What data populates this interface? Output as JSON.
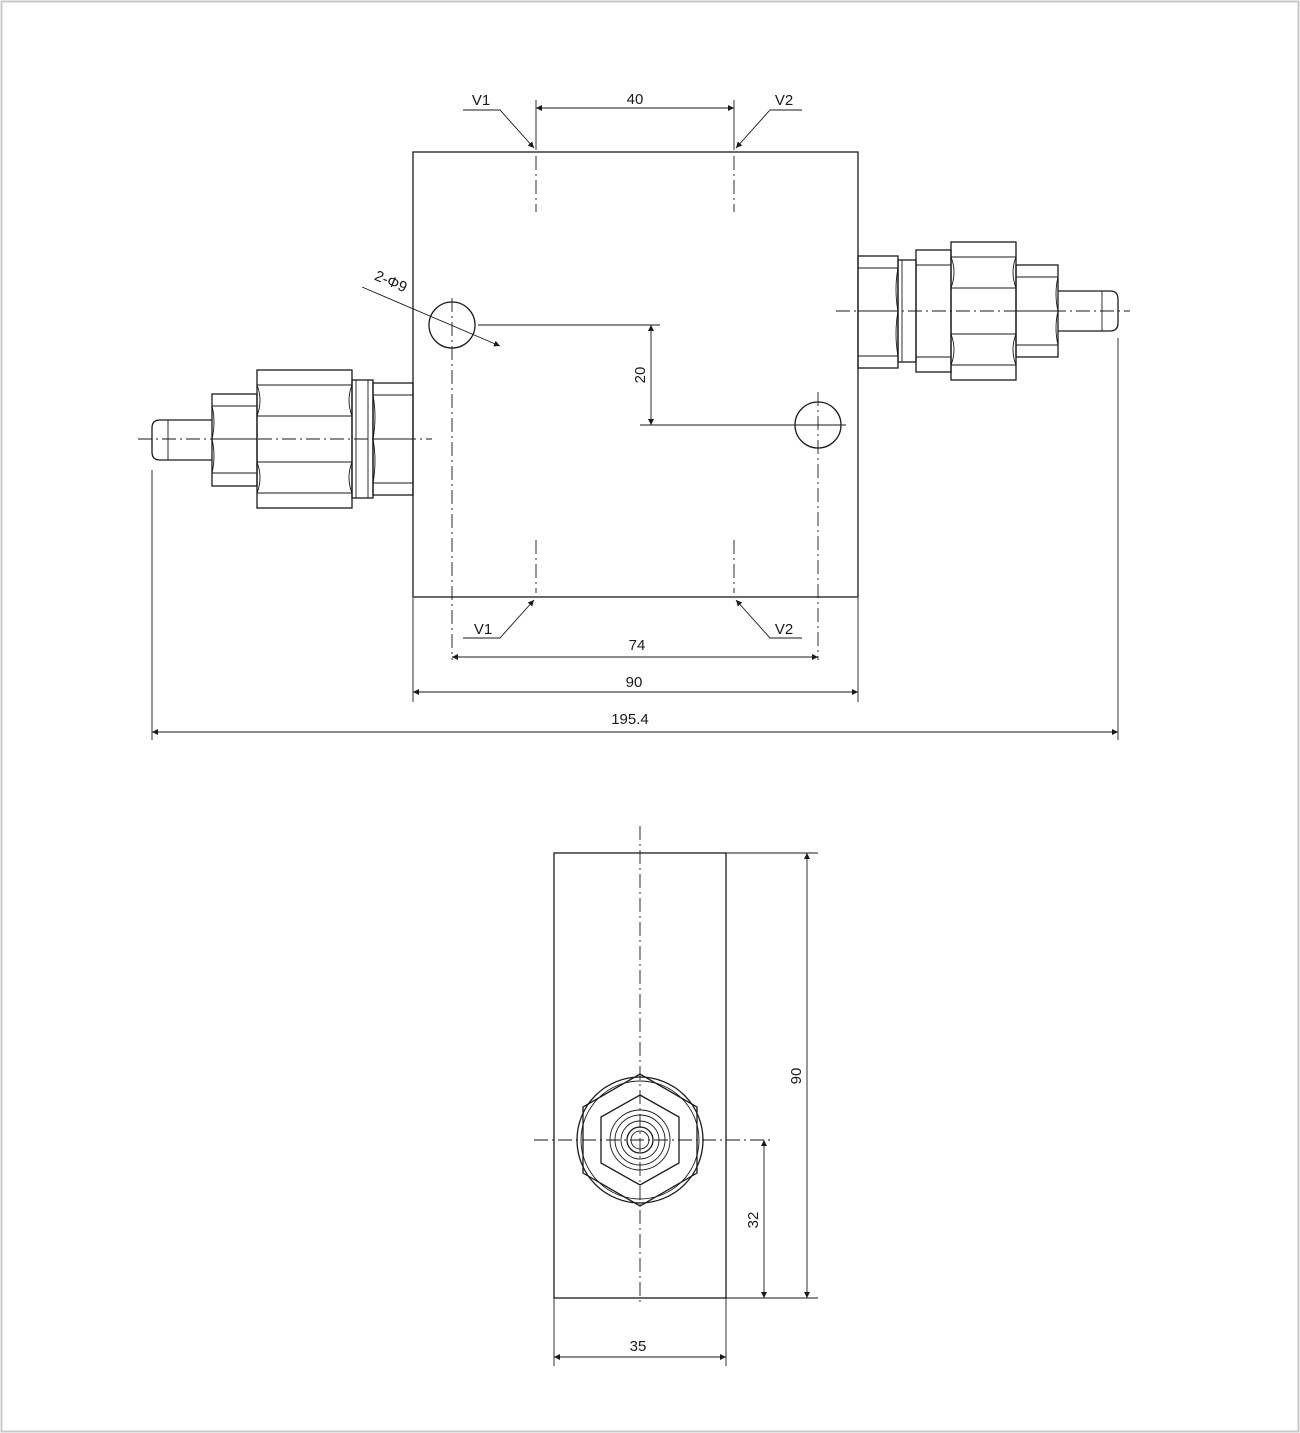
{
  "labels": {
    "top_v1": "V1",
    "top_v2": "V2",
    "top_40": "40",
    "hole_callout": "2-Φ9",
    "dim_20": "20",
    "bottom_v1": "V1",
    "bottom_v2": "V2",
    "dim_74": "74",
    "dim_90_width": "90",
    "dim_195_4": "195.4",
    "side_90": "90",
    "side_32": "32",
    "side_35": "35"
  },
  "colors": {
    "line": "#1a1a1a",
    "border": "#c8c8c8",
    "background": "#ffffff"
  }
}
